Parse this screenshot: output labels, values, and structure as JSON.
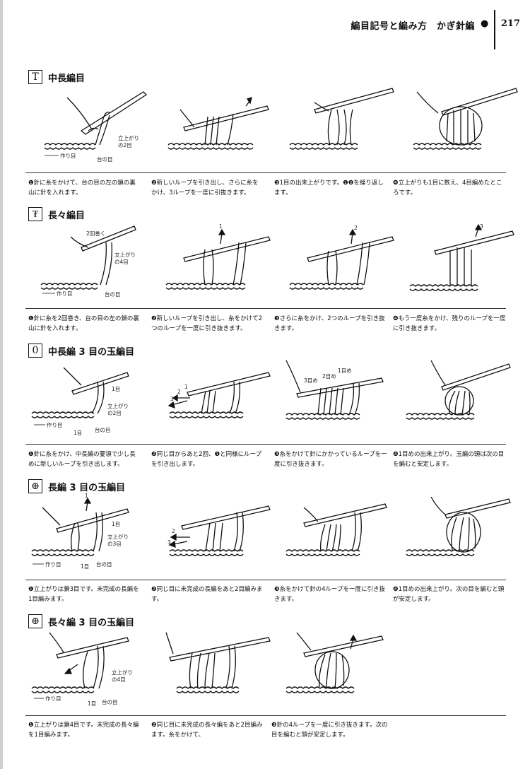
{
  "header": {
    "title": "編目記号と編み方　かぎ針編",
    "bullet": "●",
    "page_number": "217"
  },
  "sections": [
    {
      "symbol": "T",
      "title": "中長編目",
      "illus_labels": [
        "立上がり",
        "の2目",
        "作り目",
        "台の目"
      ],
      "captions": [
        "❶針に糸をかけて、台の目の左の鎖の裏山に針を入れます。",
        "❷新しいループを引き出し、さらに糸をかけ、3ループを一度に引抜きます。",
        "❸1目の出来上がりです。❶❷を繰り返します。",
        "❹立上がりも1目に数え、4目編めたところです。"
      ]
    },
    {
      "symbol": "₮",
      "title": "長々編目",
      "illus_labels": [
        "2回巻く",
        "立上がり",
        "の4目",
        "作り目",
        "台の目",
        "1",
        "2",
        "3"
      ],
      "captions": [
        "❶針に糸を2回巻き、台の目の左の鎖の裏山に針を入れます。",
        "❷新しいループを引き出し、糸をかけて2つのループを一度に引き抜きます。",
        "❸さらに糸をかけ、2つのループを引き抜きます。",
        "❹もう一度糸をかけ、残りのループを一度に引き抜きます。"
      ]
    },
    {
      "symbol": "0",
      "title": "中長編 3 目の玉編目",
      "illus_labels": [
        "1目",
        "立上がり",
        "の2目",
        "作り目",
        "1目",
        "台の目",
        "3",
        "2",
        "1",
        "3目め",
        "2目め",
        "1目め"
      ],
      "captions": [
        "❶針に糸をかけ、中長編の要領で少し長めに新しいループを引き出します。",
        "❷同じ目からあと2回、❶と同様にループを引き出します。",
        "❸糸をかけて針にかかっているループを一度に引き抜きます。",
        "❹1目めの出来上がり。玉編の頭は次の目を編むと安定します。"
      ]
    },
    {
      "symbol": "⊕",
      "title": "長編 3 目の玉編目",
      "illus_labels": [
        "1",
        "1目",
        "立上がり",
        "の3目",
        "作り目",
        "1目",
        "台の目",
        "2",
        "3"
      ],
      "captions": [
        "❶立上がりは鎖3目です。未完成の長編を1目編みます。",
        "❷同じ目に未完成の長編をあと2目編みます。",
        "❸糸をかけて針の4ループを一度に引き抜きます。",
        "❹1目めの出来上がり。次の目を編むと頭が安定します。"
      ]
    },
    {
      "symbol": "⊕",
      "title": "長々編 3 目の玉編目",
      "illus_labels": [
        "立上がり",
        "の4目",
        "作り目",
        "1目",
        "台の目"
      ],
      "captions": [
        "❶立上がりは鎖4目です。未完成の長々編を1目編みます。",
        "❷同じ目に未完成の長々編をあと2目編みます。糸をかけて、",
        "❸針の4ループを一度に引き抜きます。次の目を編むと頭が安定します。"
      ]
    }
  ]
}
